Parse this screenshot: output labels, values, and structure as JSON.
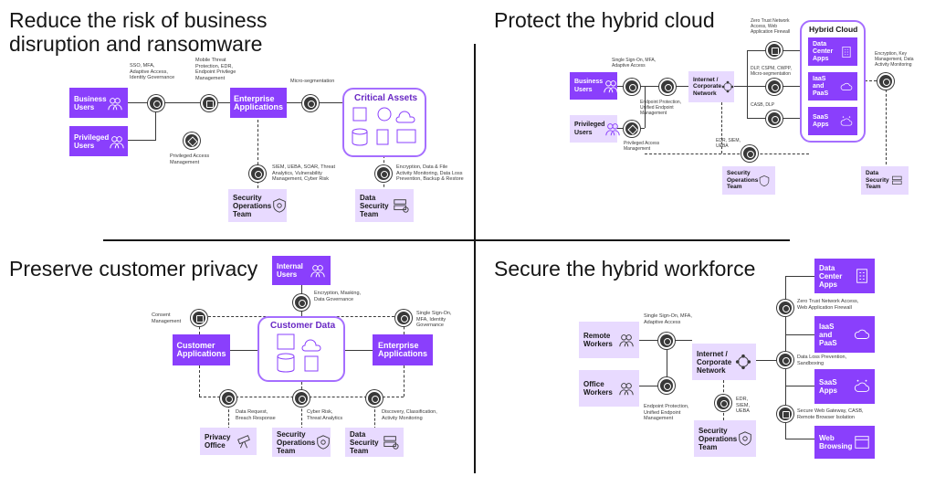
{
  "q1": {
    "title": "Reduce the risk of business\ndisruption and ransomware",
    "business_users": "Business\nUsers",
    "privileged_users": "Privileged\nUsers",
    "enterprise_apps": "Enterprise\nApplications",
    "critical_assets": "Critical Assets",
    "secops": "Security\nOperations\nTeam",
    "datasec": "Data\nSecurity\nTeam",
    "ann_sso": "SSO, MFA,\nAdaptive Access,\nIdentity Governance",
    "ann_mobile": "Mobile Threat\nProtection, EDR,\nEndpoint Privilege\nManagement",
    "ann_micro": "Micro-segmentation",
    "ann_pam": "Privileged Access\nManagement",
    "ann_siem": "SIEM, UEBA, SOAR, Threat\nAnalytics, Vulnerability\nManagement, Cyber Risk",
    "ann_enc": "Encryption, Data & File\nActivity Monitoring, Data Loss\nPrevention, Backup & Restore"
  },
  "q2": {
    "title": "Protect the hybrid cloud",
    "business_users": "Business\nUsers",
    "privileged_users": "Privileged\nUsers",
    "internet": "Internet /\nCorporate\nNetwork",
    "hybrid_cloud": "Hybrid Cloud",
    "dc_apps": "Data\nCenter\nApps",
    "iaas": "IaaS\nand\nPaaS",
    "saas": "SaaS\nApps",
    "secops": "Security\nOperations\nTeam",
    "datasec": "Data\nSecurity\nTeam",
    "ann_sso": "Single Sign-On, MFA,\nAdaptive Access",
    "ann_ep": "Endpoint Protection,\nUnified Endpoint\nManagement",
    "ann_pam": "Privileged Access\nManagement",
    "ann_zt": "Zero Trust Network\nAccess, Web\nApplication Firewall",
    "ann_dlp": "DLP, CSPM, CWPP,\nMicro-segmentation",
    "ann_casb": "CASB, DLP",
    "ann_edr": "EDR, SIEM,\nUEBA",
    "ann_enc": "Encryption, Key\nManagement, Data\nActivity Monitoring"
  },
  "q3": {
    "title": "Preserve customer privacy",
    "internal_users": "Internal\nUsers",
    "customer_apps": "Customer\nApplications",
    "customer_data": "Customer Data",
    "enterprise_apps": "Enterprise\nApplications",
    "privacy": "Privacy\nOffice",
    "secops": "Security\nOperations\nTeam",
    "datasec": "Data\nSecurity\nTeam",
    "ann_enc": "Encryption, Masking,\nData Governance",
    "ann_consent": "Consent\nManagement",
    "ann_sso": "Single Sign-On,\nMFA, Identity\nGovernance",
    "ann_dr": "Data Request,\nBreach Response",
    "ann_cr": "Cyber Risk,\nThreat Analytics",
    "ann_disc": "Discovery, Classification,\nActivity Monitoring"
  },
  "q4": {
    "title": "Secure the hybrid workforce",
    "remote": "Remote\nWorkers",
    "office": "Office\nWorkers",
    "internet": "Internet /\nCorporate\nNetwork",
    "dc_apps": "Data\nCenter\nApps",
    "iaas": "IaaS\nand\nPaaS",
    "saas": "SaaS\nApps",
    "web": "Web\nBrowsing",
    "secops": "Security\nOperations\nTeam",
    "ann_sso": "Single Sign-On, MFA,\nAdaptive Access",
    "ann_ep": "Endpoint Protection,\nUnified Endpoint\nManagement",
    "ann_edr": "EDR,\nSIEM,\nUEBA",
    "ann_zt": "Zero Trust Network Access,\nWeb Application Firewall",
    "ann_dlp": "Data Loss Prevention,\nSandboxing",
    "ann_swg": "Secure Web Gateway, CASB,\nRemote Browser Isolation"
  },
  "colors": {
    "accent": "#8a3ffc",
    "light": "#e8daff",
    "frame": "#a56eff",
    "text": "#161616"
  }
}
